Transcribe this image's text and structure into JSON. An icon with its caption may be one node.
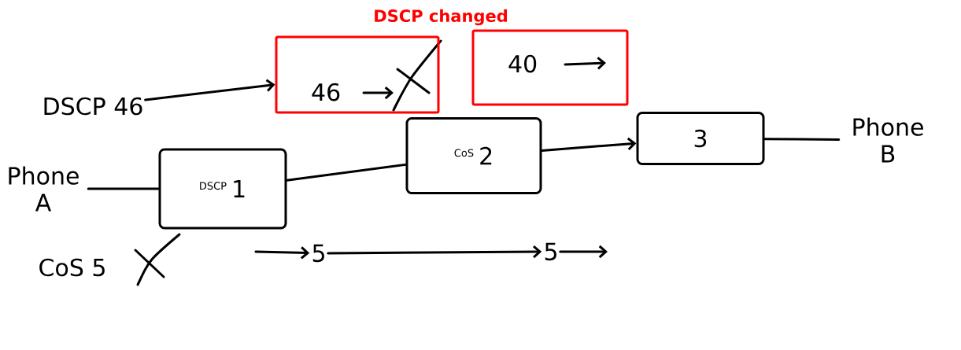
{
  "diagram": {
    "title": "DSCP changed",
    "nodes": [
      {
        "text": [
          "DSCP 46"
        ]
      },
      {
        "text": [
          "46"
        ]
      },
      {
        "text": [
          "40"
        ]
      },
      {
        "text": [
          "Phone A"
        ]
      },
      {
        "text": [
          "DSCP",
          "1"
        ]
      },
      {
        "text": [
          "CoS",
          "2"
        ]
      },
      {
        "text": [
          "3"
        ]
      },
      {
        "text": [
          "Phone B"
        ]
      },
      {
        "text": [
          "CoS 5"
        ]
      },
      {
        "text": [
          "5"
        ]
      },
      {
        "text": [
          "5"
        ]
      }
    ],
    "edges": [
      {
        "from": 0,
        "to": 1,
        "arrow": "to"
      },
      {
        "from": 3,
        "to": 4,
        "arrow": "none"
      },
      {
        "from": 4,
        "to": 5,
        "arrow": "none"
      },
      {
        "from": 5,
        "to": 6,
        "arrow": "to"
      },
      {
        "from": 6,
        "to": 7,
        "arrow": "none"
      },
      {
        "from": null,
        "to": 9,
        "arrow": "to"
      },
      {
        "from": 9,
        "to": 10,
        "arrow": "to"
      },
      {
        "from": 10,
        "to": null,
        "arrow": "to"
      }
    ]
  }
}
